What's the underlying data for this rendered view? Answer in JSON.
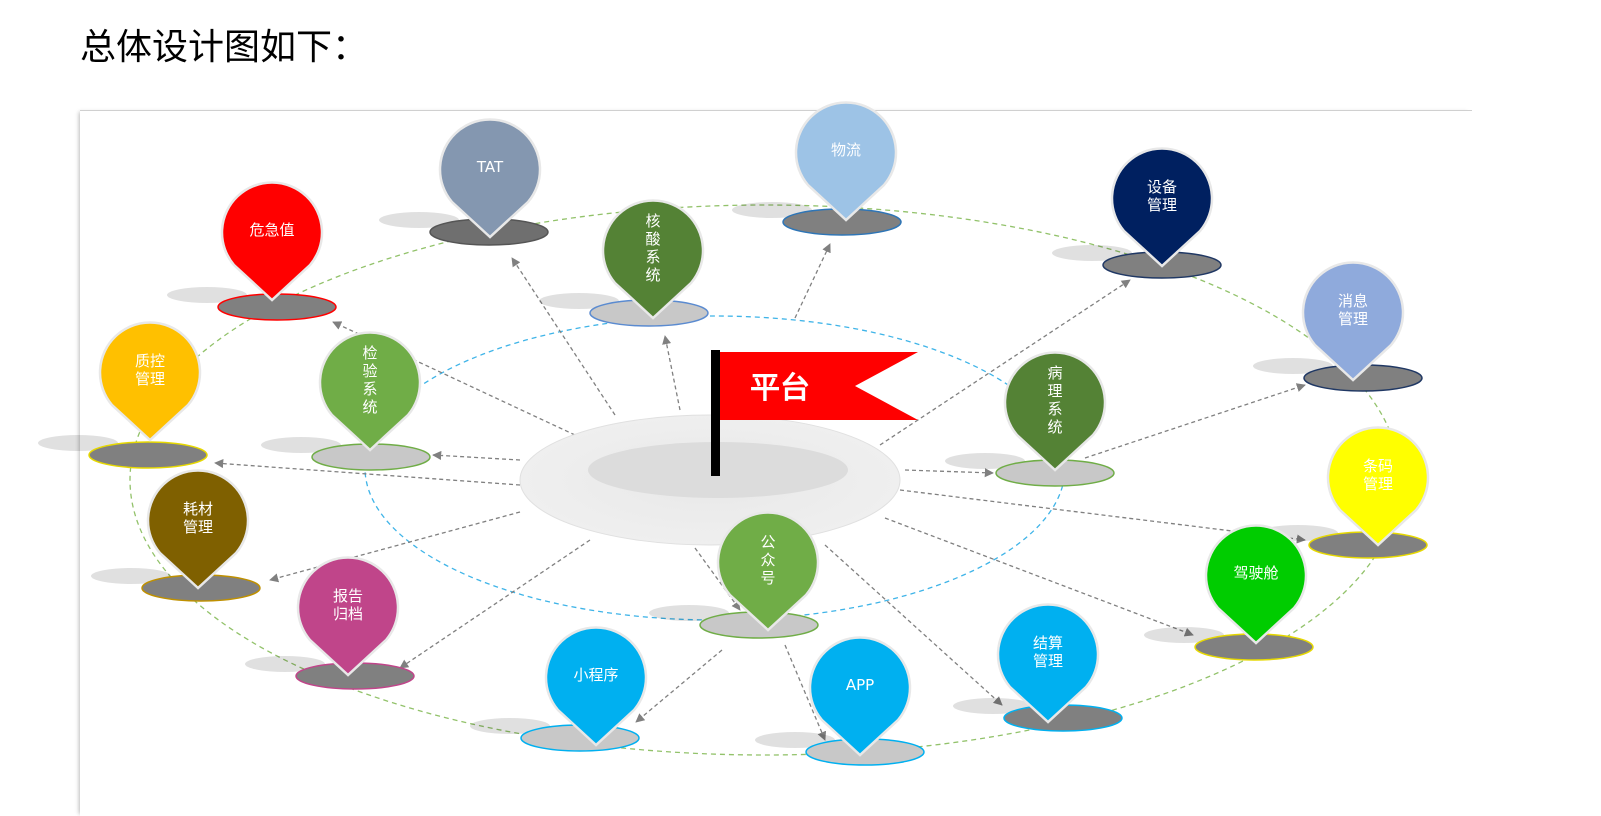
{
  "title": "总体设计图如下：",
  "platform": {
    "label": "平台",
    "flag_color": "#ff0000"
  },
  "nodes": [
    {
      "lines": [
        "危急值"
      ],
      "color": "#ff0000"
    },
    {
      "lines": [
        "TAT"
      ],
      "color": "#8497b0"
    },
    {
      "lines": [
        "物流"
      ],
      "color": "#9dc3e6"
    },
    {
      "lines": [
        "核",
        "酸",
        "系",
        "统"
      ],
      "color": "#548235"
    },
    {
      "lines": [
        "设备",
        "管理"
      ],
      "color": "#002060"
    },
    {
      "lines": [
        "消息",
        "管理"
      ],
      "color": "#8faadc"
    },
    {
      "lines": [
        "质控",
        "管理"
      ],
      "color": "#ffc000"
    },
    {
      "lines": [
        "检",
        "验",
        "系",
        "统"
      ],
      "color": "#70ad47"
    },
    {
      "lines": [
        "病",
        "理",
        "系",
        "统"
      ],
      "color": "#548235"
    },
    {
      "lines": [
        "条码",
        "管理"
      ],
      "color": "#ffff00"
    },
    {
      "lines": [
        "耗材",
        "管理"
      ],
      "color": "#7f6000"
    },
    {
      "lines": [
        "驾驶舱"
      ],
      "color": "#00cc00"
    },
    {
      "lines": [
        "公",
        "众",
        "号"
      ],
      "color": "#70ad47"
    },
    {
      "lines": [
        "报告",
        "归档"
      ],
      "color": "#c0458a"
    },
    {
      "lines": [
        "结算",
        "管理"
      ],
      "color": "#00b0f0"
    },
    {
      "lines": [
        "小程序"
      ],
      "color": "#00b0f0"
    },
    {
      "lines": [
        "APP"
      ],
      "color": "#00b0f0"
    }
  ]
}
